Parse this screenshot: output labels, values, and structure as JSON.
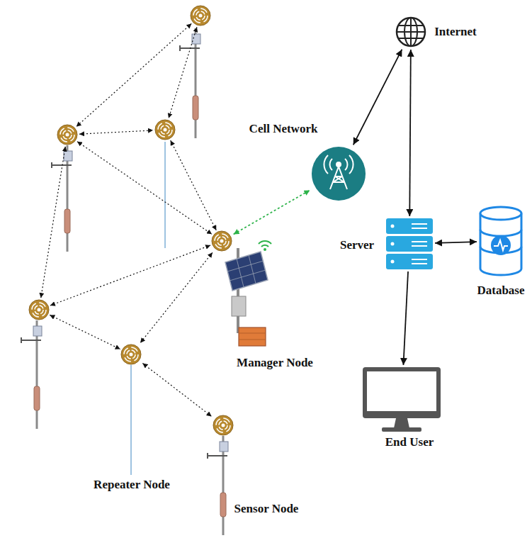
{
  "diagram": {
    "nodes": [
      {
        "text": [
          "Internet"
        ]
      },
      {
        "text": [
          "Cell Network"
        ]
      },
      {
        "text": [
          "Server"
        ]
      },
      {
        "text": [
          "Database"
        ]
      },
      {
        "text": [
          "Manager Node"
        ]
      },
      {
        "text": [
          "End User"
        ]
      },
      {
        "text": [
          "Repeater Node"
        ]
      },
      {
        "text": [
          "Sensor Node"
        ]
      }
    ],
    "edges": [
      {
        "from": 1,
        "to": 0,
        "arrow": "both"
      },
      {
        "from": 0,
        "to": 2,
        "arrow": "both"
      },
      {
        "from": 2,
        "to": 3,
        "arrow": "both"
      },
      {
        "from": 2,
        "to": 5,
        "arrow": "to"
      },
      {
        "from": 4,
        "to": 1,
        "arrow": "both"
      },
      {
        "from": 4,
        "to": 6,
        "arrow": "both"
      },
      {
        "from": 6,
        "to": 7,
        "arrow": "both"
      }
    ]
  }
}
